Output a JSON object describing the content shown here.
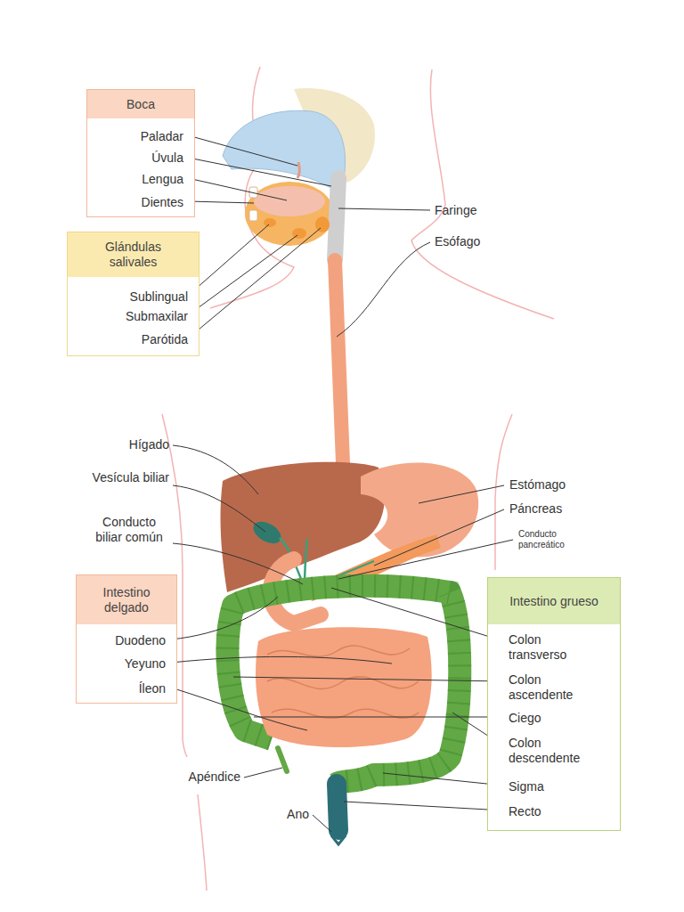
{
  "diagram": {
    "nodes": [
      {
        "text": [
          "Boca",
          "Paladar",
          "Úvula",
          "Lengua",
          "Dientes"
        ]
      },
      {
        "text": [
          "Glándulas salivales",
          "Sublingual",
          "Submaxilar",
          "Parótida"
        ]
      },
      {
        "text": [
          "Intestino delgado",
          "Duodeno",
          "Yeyuno",
          "Íleon"
        ]
      },
      {
        "text": [
          "Intestino grueso",
          "Colon transverso",
          "Colon ascendente",
          "Ciego",
          "Colon descendente",
          "Sigma",
          "Recto"
        ]
      }
    ],
    "labels": [
      "Faringe",
      "Esófago",
      "Hígado",
      "Vesícula biliar",
      "Conducto biliar común",
      "Estómago",
      "Páncreas",
      "Conducto pancreático",
      "Apéndice",
      "Ano"
    ]
  }
}
